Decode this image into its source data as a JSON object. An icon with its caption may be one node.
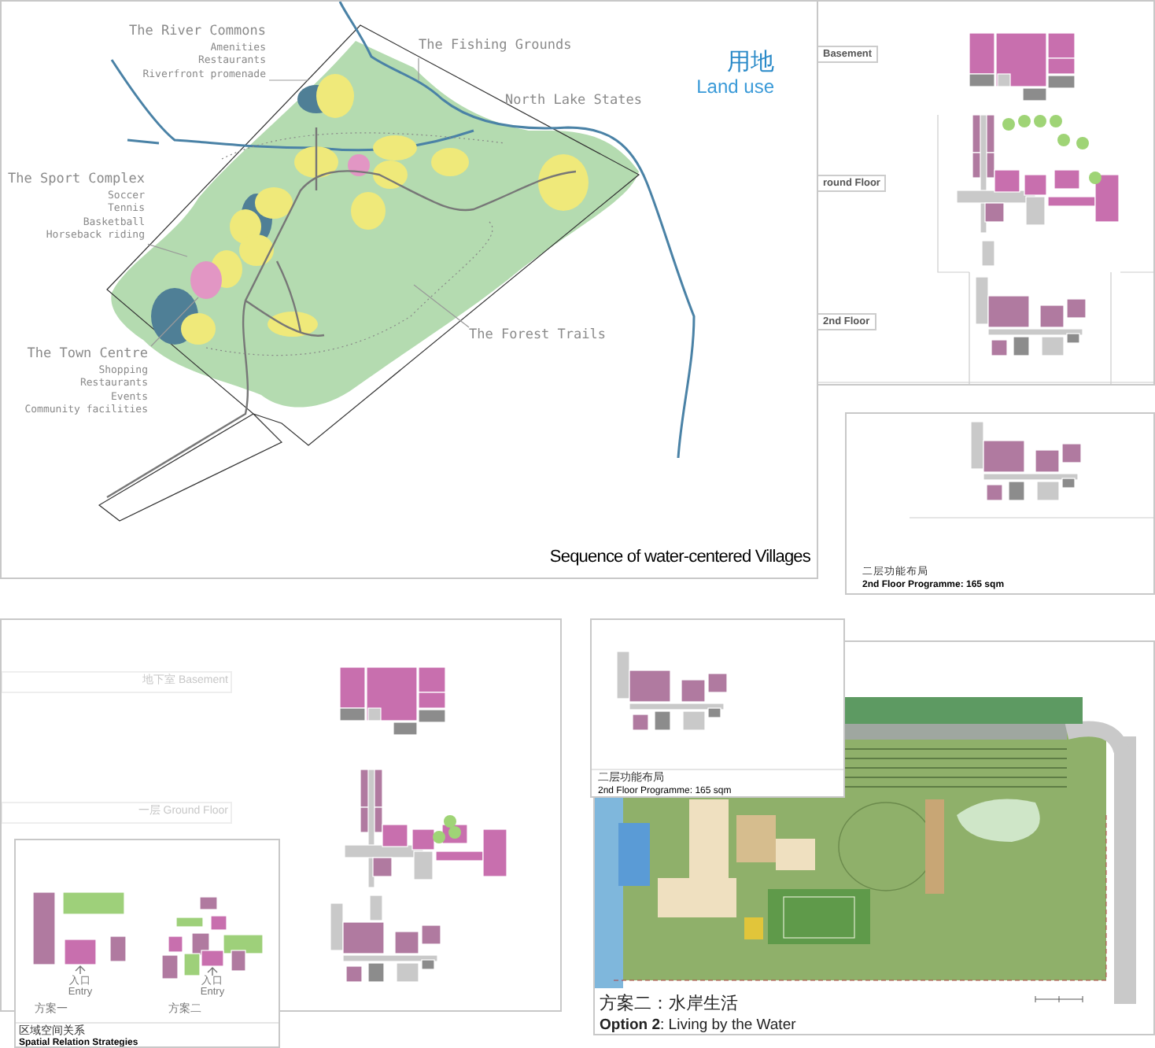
{
  "diagram": {
    "nodes": [
      {
        "text": [
          "The River Commons",
          "Amenities",
          "Restaurants",
          "Riverfront promenade"
        ]
      },
      {
        "text": [
          "The Fishing Grounds"
        ]
      },
      {
        "text": [
          "North Lake States"
        ]
      },
      {
        "text": [
          "The Sport Complex",
          "Soccer",
          "Tennis",
          "Basketball",
          "Horseback riding"
        ]
      },
      {
        "text": [
          "The Town Centre",
          "Shopping",
          "Restaurants",
          "Events",
          "Community facilities"
        ]
      },
      {
        "text": [
          "The Forest Trails"
        ]
      }
    ],
    "edges": [
      {
        "from": 0,
        "to": null,
        "arrow": "none"
      },
      {
        "from": 1,
        "to": null,
        "arrow": "none"
      },
      {
        "from": 3,
        "to": null,
        "arrow": "none"
      },
      {
        "from": 4,
        "to": null,
        "arrow": "none"
      },
      {
        "from": 5,
        "to": null,
        "arrow": "none"
      }
    ],
    "labels": [
      "用地",
      "Land use",
      "Sequence of water-centered Villages",
      "Basement",
      "round Floor",
      "2nd Floor",
      "二层功能布局",
      "2nd Floor Programme: 165 sqm",
      "地下室 Basement",
      "一层 Ground Floor",
      "方案一",
      "方案二",
      "入口 Entry",
      "入口 Entry",
      "区域空间关系",
      "Spatial Relation Strategies",
      "二层功能布局",
      "2nd Floor Programme: 165 sqm",
      "方案二：水岸生活",
      "**Option 2**: Living by the Water"
    ]
  }
}
